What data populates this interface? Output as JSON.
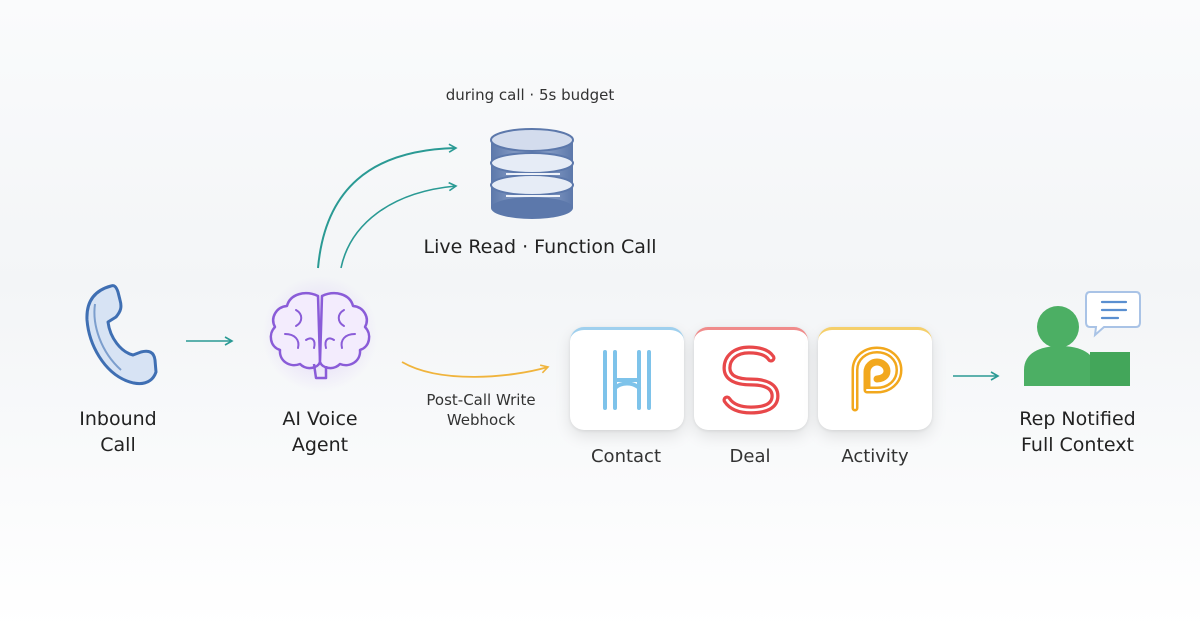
{
  "caption_top": "during call · 5s budget",
  "database": {
    "label": "Live Read · Function Call",
    "icon": "database-icon"
  },
  "nodes": {
    "inbound_call": {
      "line1": "Inbound",
      "line2": "Call",
      "icon": "phone-icon"
    },
    "ai_agent": {
      "line1": "AI Voice",
      "line2": "Agent",
      "icon": "brain-icon"
    },
    "rep": {
      "line1": "Rep Notified",
      "line2": "Full Context",
      "icon": "user-chat-icon"
    }
  },
  "webhook": {
    "line1": "Post-Call Write",
    "line2": "Webhock"
  },
  "crm": [
    {
      "label": "Contact",
      "icon": "hubspot-h-icon",
      "color": "#7ec3ea"
    },
    {
      "label": "Deal",
      "icon": "s-icon",
      "color": "#e8484a"
    },
    {
      "label": "Activity",
      "icon": "p-icon",
      "color": "#f2a81d"
    }
  ],
  "colors": {
    "phone": "#3f6fb3",
    "brain": "#8a5cd8",
    "teal": "#2a9a94",
    "orange": "#f0b43c",
    "database": "#6d87b8",
    "rep": "#4caf64"
  }
}
